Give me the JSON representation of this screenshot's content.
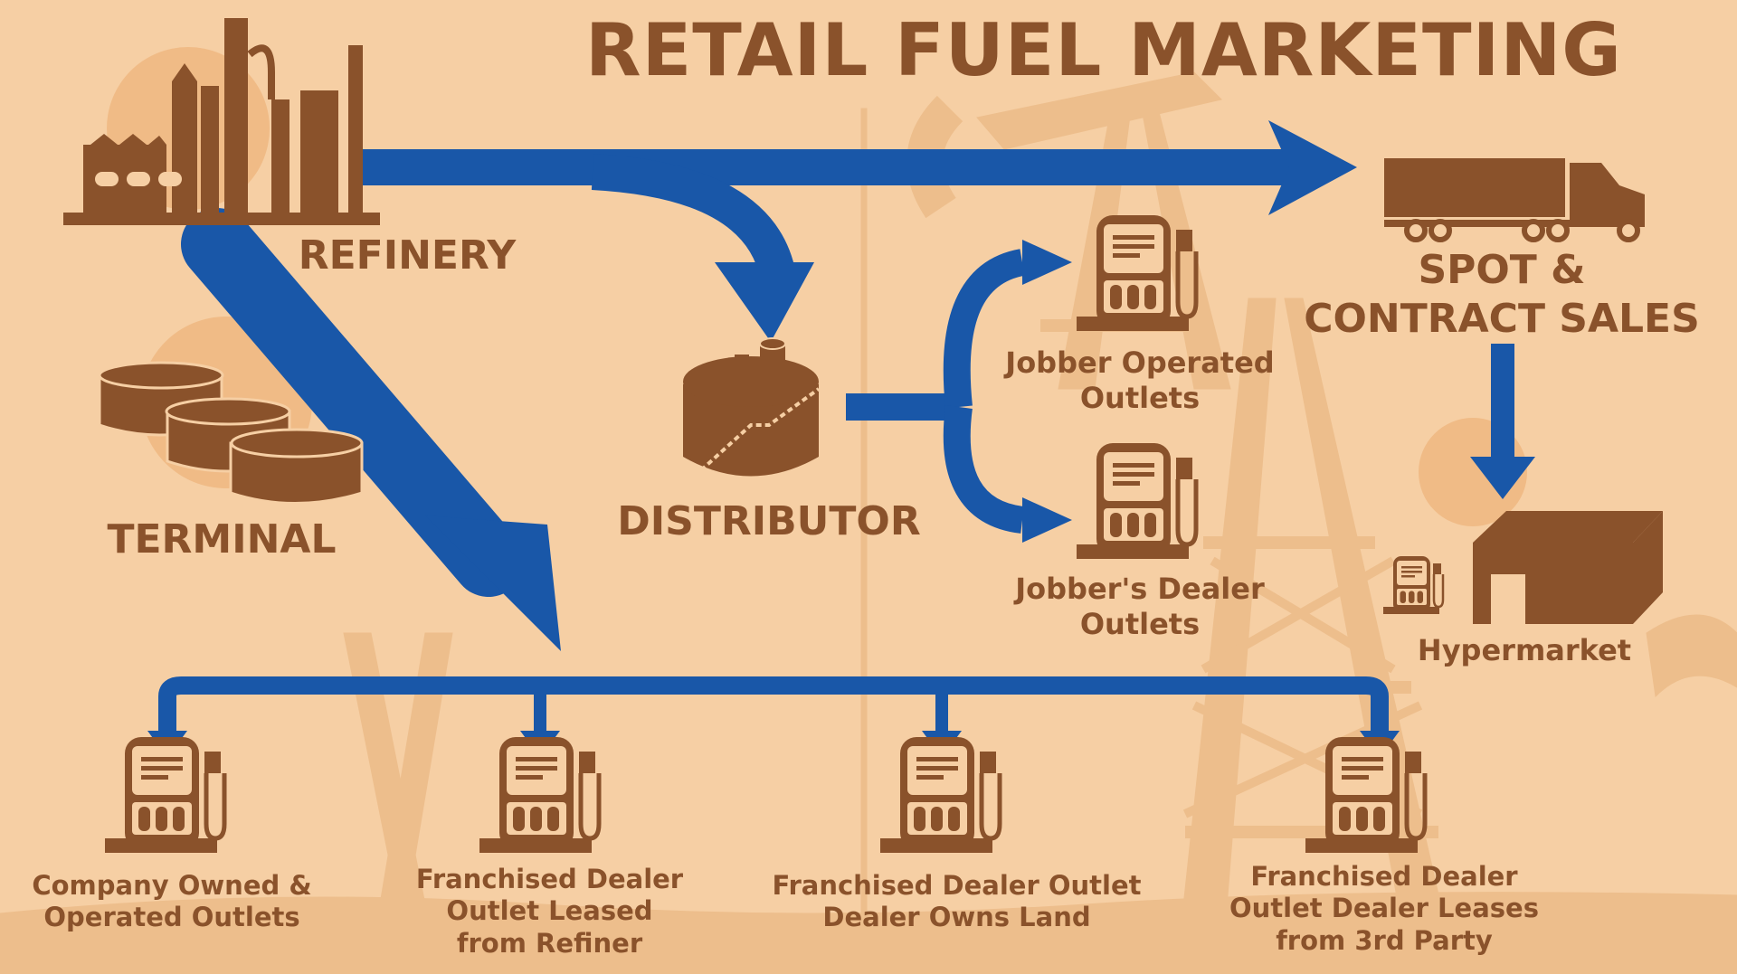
{
  "title": "RETAIL FUEL MARKETING",
  "colors": {
    "background": "#f6cfa4",
    "icon_brown": "#8a522b",
    "arrow_blue": "#1957a8",
    "circle_tint": "#f0bb86",
    "watermark": "#edbe8c"
  },
  "nodes": {
    "refinery": {
      "label": "REFINERY",
      "icon": "refinery-icon"
    },
    "terminal": {
      "label": "TERMINAL",
      "icon": "storage-tanks-icon"
    },
    "distributor": {
      "label": "DISTRIBUTOR",
      "icon": "storage-tank-icon"
    },
    "spot": {
      "label_line1": "SPOT &",
      "label_line2": "CONTRACT SALES",
      "icon": "truck-icon"
    },
    "hypermarket": {
      "label": "Hypermarket",
      "icon": "warehouse-icon"
    },
    "jobber_operated": {
      "label_line1": "Jobber Operated",
      "label_line2": "Outlets",
      "icon": "fuel-pump-icon"
    },
    "jobber_dealer": {
      "label_line1": "Jobber's Dealer",
      "label_line2": "Outlets",
      "icon": "fuel-pump-icon"
    },
    "company_owned": {
      "label_line1": "Company Owned &",
      "label_line2": "Operated Outlets",
      "icon": "fuel-pump-icon"
    },
    "franchised_leased": {
      "label_line1": "Franchised Dealer",
      "label_line2": "Outlet Leased",
      "label_line3": "from Refiner",
      "icon": "fuel-pump-icon"
    },
    "franchised_owns_land": {
      "label_line1": "Franchised Dealer Outlet",
      "label_line2": "Dealer Owns Land",
      "icon": "fuel-pump-icon"
    },
    "franchised_third_party": {
      "label_line1": "Franchised Dealer",
      "label_line2": "Outlet Dealer Leases",
      "label_line3": "from 3rd Party",
      "icon": "fuel-pump-icon"
    }
  },
  "flows": [
    {
      "from": "refinery",
      "to": "spot"
    },
    {
      "from": "refinery",
      "to": "distributor"
    },
    {
      "from": "refinery",
      "to": "retail_outlets"
    },
    {
      "from": "distributor",
      "to": "jobber_operated"
    },
    {
      "from": "distributor",
      "to": "jobber_dealer"
    },
    {
      "from": "spot",
      "to": "hypermarket"
    },
    {
      "from": "retail_outlets",
      "to": "company_owned"
    },
    {
      "from": "retail_outlets",
      "to": "franchised_leased"
    },
    {
      "from": "retail_outlets",
      "to": "franchised_owns_land"
    },
    {
      "from": "retail_outlets",
      "to": "franchised_third_party"
    }
  ]
}
